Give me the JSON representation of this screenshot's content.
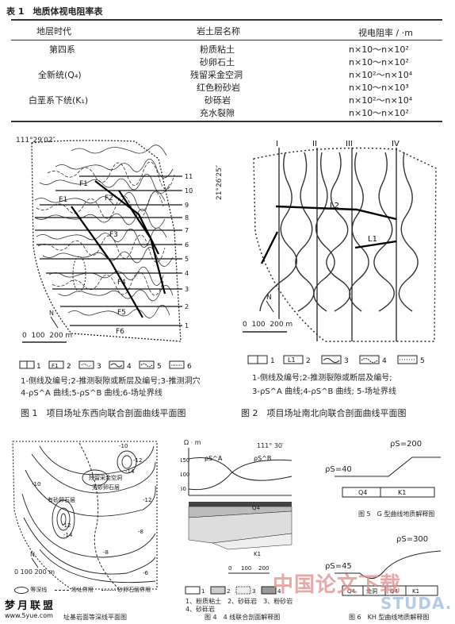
{
  "table": {
    "title": "表 1　地质体视电阻率表",
    "headers": [
      "地层时代",
      "岩土层名称",
      "视电阻率 / ·m"
    ],
    "rows": [
      [
        "第四系",
        "粉质粘土",
        "n×10～n×10²"
      ],
      [
        "",
        "砂卵石土",
        "n×10～n×10²"
      ],
      [
        "全新统(Q₄)",
        "残留采金空洞",
        "n×10²～n×10⁴"
      ],
      [
        "",
        "红色粉砂岩",
        "n×10～n×10³"
      ],
      [
        "白垩系下统(K₁)",
        "砂砾岩",
        "n×10²～n×10⁴"
      ],
      [
        "",
        "充水裂隙",
        "n×10～n×10²"
      ]
    ]
  },
  "fig1": {
    "coord": "111°29′02″",
    "faults": [
      "F1",
      "E1",
      "F2",
      "F3",
      "F4",
      "F5",
      "F6"
    ],
    "line_numbers": [
      "11",
      "10",
      "9",
      "8",
      "7",
      "6",
      "5",
      "4",
      "3",
      "2",
      "1"
    ],
    "north": "N",
    "scale": [
      "0",
      "100",
      "200 m"
    ],
    "legend_nums": [
      "1",
      "2",
      "3",
      "4",
      "5",
      "6"
    ],
    "legend_box": "F1",
    "legend_text1": "1-侧线及编号;2-推测裂隙或断层及编号;3-推测洞穴",
    "legend_text2": "4-ρS^A 曲线;5-ρS^B 曲线;6-场址界线",
    "caption": "图 1　项目场址东西向联合剖面曲线平面图"
  },
  "fig2": {
    "coord": "21°26′25″",
    "lines": [
      "I",
      "II",
      "III",
      "IV"
    ],
    "labels": [
      "L2",
      "L1"
    ],
    "north": "N",
    "scale": [
      "0",
      "100",
      "200 m"
    ],
    "legend_nums": [
      "1",
      "2",
      "3",
      "4",
      "5"
    ],
    "legend_box": "L1",
    "legend_text1": "1-侧线及编号;2-推测裂隙或断层及编号;",
    "legend_text2": "3-ρS^A 曲线;4-ρS^B 曲线; 5-场址界线",
    "caption": "图 2　项目场址南北向联合剖面曲线平面图"
  },
  "fig3": {
    "labels": [
      "有砂卵石层",
      "残留采金空洞",
      "无砂卵石层",
      "有砂卵石层"
    ],
    "contours": [
      "-10",
      "-12",
      "-14",
      "-12",
      "-14",
      "-10",
      "-8",
      "-12",
      "-8",
      "-6"
    ],
    "north": "N",
    "scale": [
      "0",
      "100",
      "200 m"
    ],
    "legend": [
      "等深线",
      "场址界限",
      "砂卵石层界限"
    ],
    "caption": "址基岩面等深线平面图"
  },
  "fig4": {
    "yaxis": "Ω · m",
    "ticks": [
      "150",
      "100",
      "50"
    ],
    "coord": "111° 30′",
    "curveA": "ρS^A",
    "curveB": "ρS^B",
    "q": "Q4",
    "k": "K1",
    "scale": [
      "0",
      "100",
      "200"
    ],
    "legend1": "1、粉质粘土　2、砂砾岩　3、粉砂岩",
    "legend2": "4、砂砾岩",
    "legend_nums": [
      "1",
      "2",
      "3",
      "4"
    ],
    "caption": "图 4　4 线联合剖面解释图"
  },
  "fig5": {
    "rho1": "ρS=200",
    "rho2": "ρS=40",
    "q": "Q4",
    "k": "K1",
    "caption": "图 5　G 型曲线地质解释图"
  },
  "fig6": {
    "rho1": "ρS=300",
    "rho2": "ρS=45",
    "cells": [
      "Q4",
      "金洞",
      "Q4",
      "K1"
    ],
    "caption": "图 6　KH 型曲线地质解释图"
  },
  "watermark": {
    "left": "梦月联盟",
    "left_url": "www.5yue.com",
    "right": "中国论文下载",
    "right_url": "STUDA."
  }
}
